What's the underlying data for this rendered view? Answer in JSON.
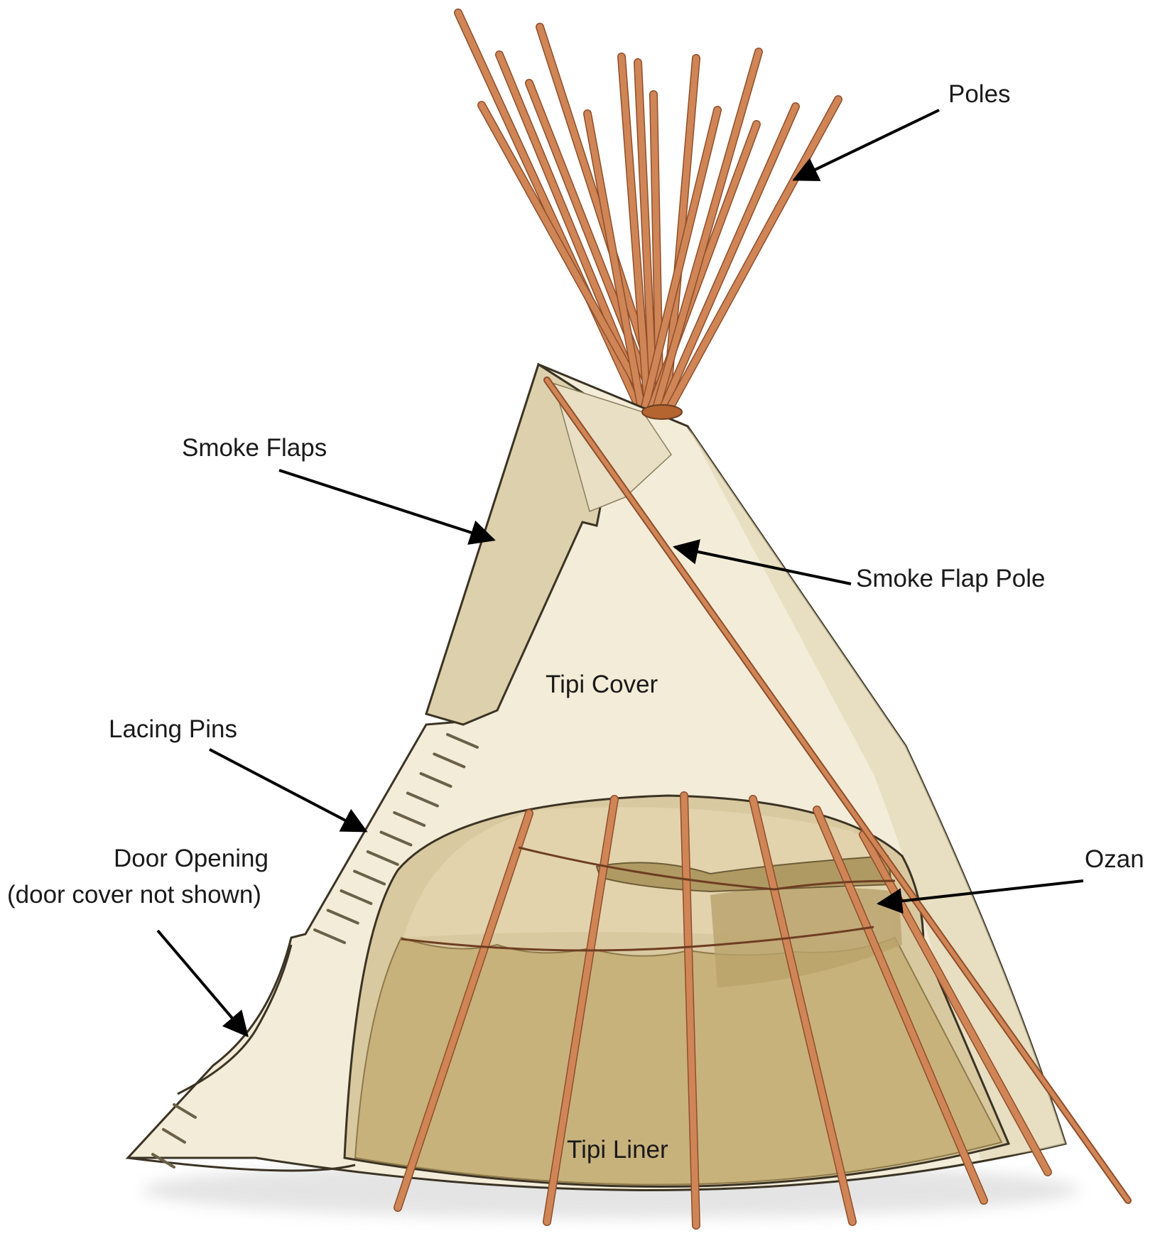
{
  "labels": {
    "poles": "Poles",
    "smoke_flaps": "Smoke Flaps",
    "smoke_flap_pole": "Smoke Flap Pole",
    "tipi_cover": "Tipi Cover",
    "lacing_pins": "Lacing Pins",
    "door_opening": "Door Opening",
    "door_cover_note": "(door cover not shown)",
    "ozan": "Ozan",
    "tipi_liner": "Tipi Liner"
  },
  "colors": {
    "cover": "#f3ecd8",
    "cover_shade": "#ddd1ad",
    "liner": "#c8b27b",
    "liner_dark": "#ab9560",
    "interior": "#d9c9a0",
    "pole": "#cf8556",
    "pole_edge": "#8f4e2a",
    "outline": "#3b3324",
    "arrow": "#000000"
  }
}
